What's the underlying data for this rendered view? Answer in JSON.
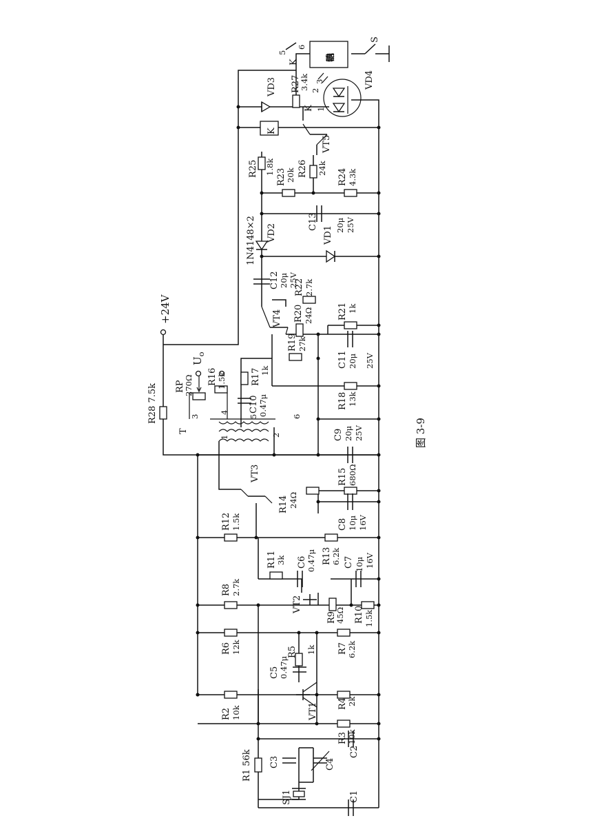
{
  "figure_caption": "图 3-9",
  "supply": "+24V",
  "output": "U",
  "output_sub": "o",
  "components": {
    "R1": "R1 56k",
    "C1": "C1",
    "C2": "C2",
    "C3": "C3",
    "C4": "C4",
    "SJ1": "SJ1",
    "R2": "R2",
    "R2v": "10k",
    "R3": "R3",
    "R3v": "10k",
    "VT1": "VT1",
    "R4": "R4",
    "R4v": "2k",
    "C5": "C5",
    "C5v": "0.47μ",
    "R5": "R5",
    "R5v": "1k",
    "R6": "R6",
    "R6v": "12k",
    "R7": "R7",
    "R7v": "6.2k",
    "R8": "R8",
    "R8v": "2.7k",
    "VT2": "VT2",
    "R9": "R9",
    "R9v": "45Ω",
    "R10": "R10",
    "R10v": "1.5k",
    "R11": "R11",
    "R11v": "3k",
    "C6": "C6",
    "C6v": "0.47μ",
    "R13": "R13",
    "R13v": "6.2k",
    "C7": "C7",
    "C7v1": "10μ",
    "C7v2": "16V",
    "R12": "R12",
    "R12v": "1.5k",
    "VT3": "VT3",
    "R14": "R14",
    "R14v": "24Ω",
    "C8": "C8",
    "C8v1": "10μ",
    "C8v2": "16V",
    "R15": "R15",
    "R15v": "680Ω",
    "C9": "C9",
    "C9v1": "20μ",
    "C9v2": "25V",
    "T": "T",
    "R28": "R28 7.5k",
    "RP": "RP",
    "RPv": "270Ω",
    "R16": "R16",
    "R16v": "1.5k",
    "R17": "R17",
    "R17v": "1k",
    "C10": "C10",
    "C10v": "0.47μ",
    "R18": "R18",
    "R18v": "13k",
    "R19": "R19",
    "R19v": "27k",
    "VT4": "VT4",
    "R20": "R20",
    "R20v": "24Ω",
    "C11": "C11",
    "C11v1": "20μ",
    "C11v2": "25V",
    "R21": "R21",
    "R21v": "1k",
    "R22": "R22",
    "R22v": "2.7k",
    "C12": "C12",
    "C12v1": "20μ",
    "C12v2": "25V",
    "D2": "1N4148×2",
    "VD2": "VD2",
    "VD1": "VD1",
    "C13": "C13",
    "C13v1": "20μ",
    "C13v2": "25V",
    "R23": "R23",
    "R23v": "20k",
    "R24": "R24",
    "R24v": "4.3k",
    "R25": "R25",
    "R25v": "1.8k",
    "R26": "R26",
    "R26v": "24k",
    "VT5": "VT5",
    "K_coil": "K",
    "VD3": "VD3",
    "R27": "R27",
    "R27v": "3.4k",
    "VD4": "VD4",
    "K1": "K",
    "K2": "K",
    "S": "S",
    "buzzer": [
      "讯",
      "响",
      "器"
    ]
  },
  "pins": {
    "p1": "1",
    "p2": "2",
    "p3": "3",
    "p4": "4",
    "p5": "5",
    "p6": "6",
    "o1": "1",
    "o2": "2",
    "o3": "3",
    "k5": "5",
    "k6": "6"
  }
}
